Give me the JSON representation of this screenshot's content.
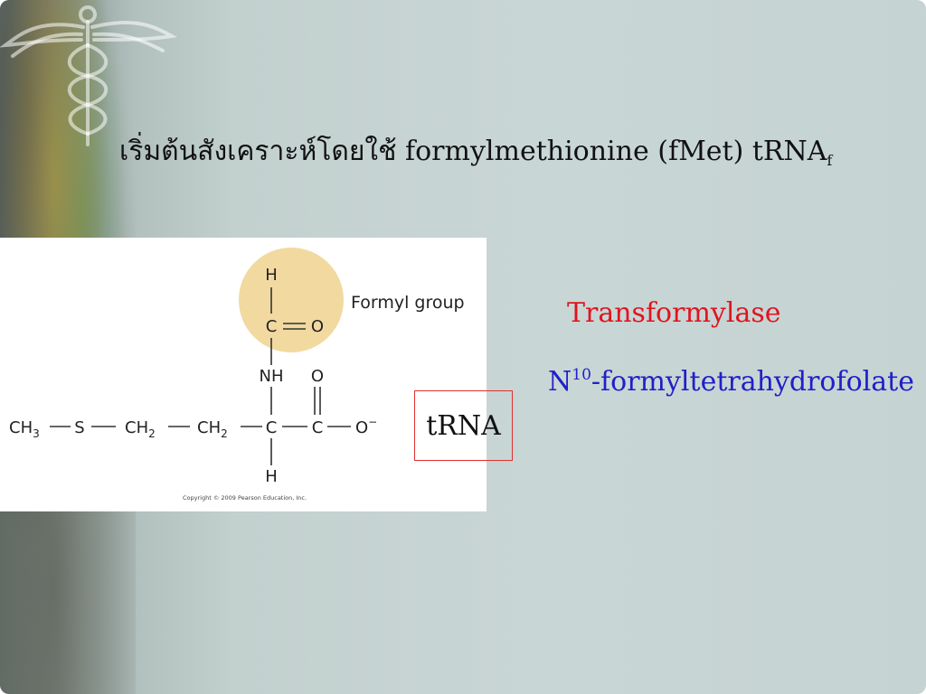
{
  "slide": {
    "title_thai": "เริ่มต้นสังเคราะห์โดยใช้",
    "title_term": "formylmethionine (fMet) tRNA",
    "title_sub": "f"
  },
  "figure": {
    "formyl_label": "Formyl group",
    "copyright": "Copyright © 2009 Pearson Education, Inc.",
    "atoms": {
      "h_top": "H",
      "c_formyl": "C",
      "o_formyl": "O",
      "nh": "NH",
      "o_carbonyl": "O",
      "ch3": "CH",
      "ch3_sub": "3",
      "s": "S",
      "ch2a": "CH",
      "ch2a_sub": "2",
      "ch2b": "CH",
      "ch2b_sub": "2",
      "c_alpha": "C",
      "c_carboxyl": "C",
      "o_minus": "O",
      "minus": "−",
      "h_bottom": "H"
    },
    "colors": {
      "formyl_circle": "#f2d9a0"
    }
  },
  "trna_label": "tRNA",
  "enzyme_label": "Transformylase",
  "cofactor": {
    "prefix": "N",
    "sup": "10",
    "suffix": "-formyltetrahydrofolate"
  }
}
